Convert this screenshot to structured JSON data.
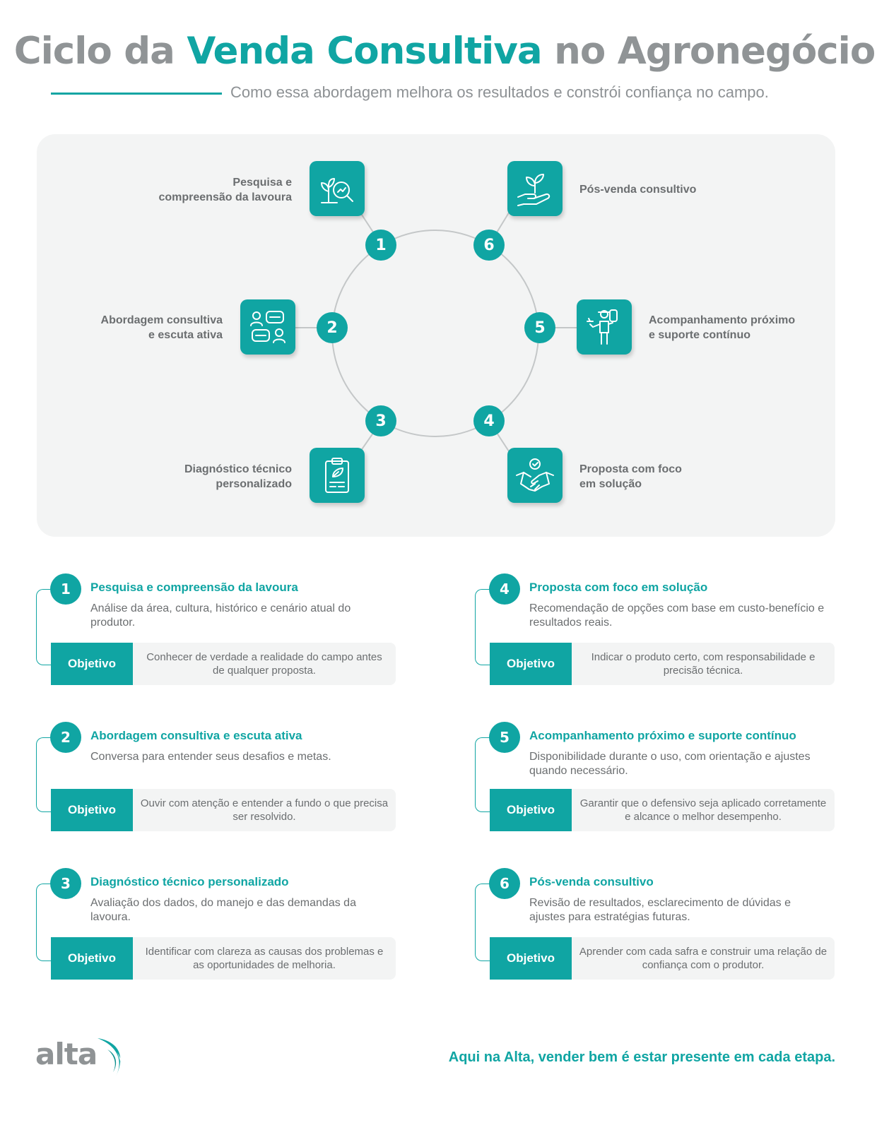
{
  "header": {
    "title_part1": "Ciclo da ",
    "title_accent": "Venda Consultiva",
    "title_part2": " no Agronegócio",
    "subtitle": "Como essa abordagem melhora os resultados e constrói confiança no campo."
  },
  "colors": {
    "accent": "#10a5a3",
    "text": "#6b6e70",
    "panel": "#f3f4f4"
  },
  "cycle": {
    "steps": [
      {
        "number": "1",
        "label_line1": "Pesquisa e",
        "label_line2": "compreensão da lavoura",
        "icon": "plant-magnifier-icon"
      },
      {
        "number": "2",
        "label_line1": "Abordagem consultiva",
        "label_line2": "e escuta ativa",
        "icon": "conversation-icon"
      },
      {
        "number": "3",
        "label_line1": "Diagnóstico técnico",
        "label_line2": "personalizado",
        "icon": "clipboard-leaf-icon"
      },
      {
        "number": "4",
        "label_line1": "Proposta com foco",
        "label_line2": "em solução",
        "icon": "handshake-icon"
      },
      {
        "number": "5",
        "label_line1": "Acompanhamento próximo",
        "label_line2": "e suporte contínuo",
        "icon": "farmer-sprayer-icon"
      },
      {
        "number": "6",
        "label_line1": "Pós-venda consultivo",
        "label_line2": "",
        "icon": "hand-sprout-icon"
      }
    ]
  },
  "details": {
    "objective_label": "Objetivo",
    "items": [
      {
        "number": "1",
        "title": "Pesquisa e compreensão da lavoura",
        "description": "Análise da área, cultura, histórico e cenário atual do produtor.",
        "objective": "Conhecer de verdade a realidade do campo antes de qualquer proposta."
      },
      {
        "number": "2",
        "title": "Abordagem consultiva e escuta ativa",
        "description": "Conversa para entender seus desafios e metas.",
        "objective": "Ouvir com atenção e entender a fundo o que precisa ser resolvido."
      },
      {
        "number": "3",
        "title": "Diagnóstico técnico personalizado",
        "description": "Avaliação dos dados, do manejo e das demandas da lavoura.",
        "objective": "Identificar com clareza as causas dos problemas e as oportunidades de melhoria."
      },
      {
        "number": "4",
        "title": "Proposta com foco em solução",
        "description": "Recomendação de opções com base em custo-benefício e resultados reais.",
        "objective": "Indicar o produto certo, com responsabilidade e precisão técnica."
      },
      {
        "number": "5",
        "title": "Acompanhamento próximo e suporte contínuo",
        "description": "Disponibilidade durante o uso, com orientação e ajustes quando necessário.",
        "objective": "Garantir que o defensivo seja aplicado corretamente e alcance o melhor desempenho."
      },
      {
        "number": "6",
        "title": "Pós-venda consultivo",
        "description": "Revisão de resultados, esclarecimento de dúvidas e ajustes para estratégias futuras.",
        "objective": "Aprender com cada safra e construir uma relação de confiança com o produtor."
      }
    ]
  },
  "footer": {
    "logo_text": "alta",
    "slogan": "Aqui na Alta, vender bem é estar presente em cada etapa."
  }
}
